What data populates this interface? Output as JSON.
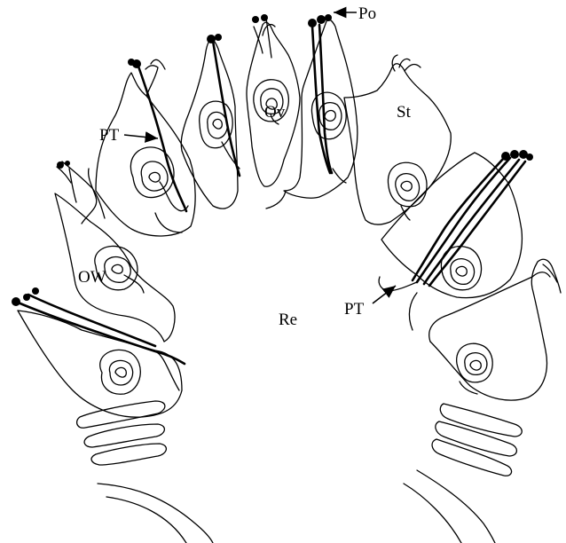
{
  "figure": {
    "background": "#ffffff",
    "ink": "#000000",
    "labels": {
      "po": "Po",
      "pt_left": "PT",
      "pt_right": "PT",
      "ov": "Ov",
      "st": "St",
      "ow": "OW",
      "re": "Re"
    }
  }
}
